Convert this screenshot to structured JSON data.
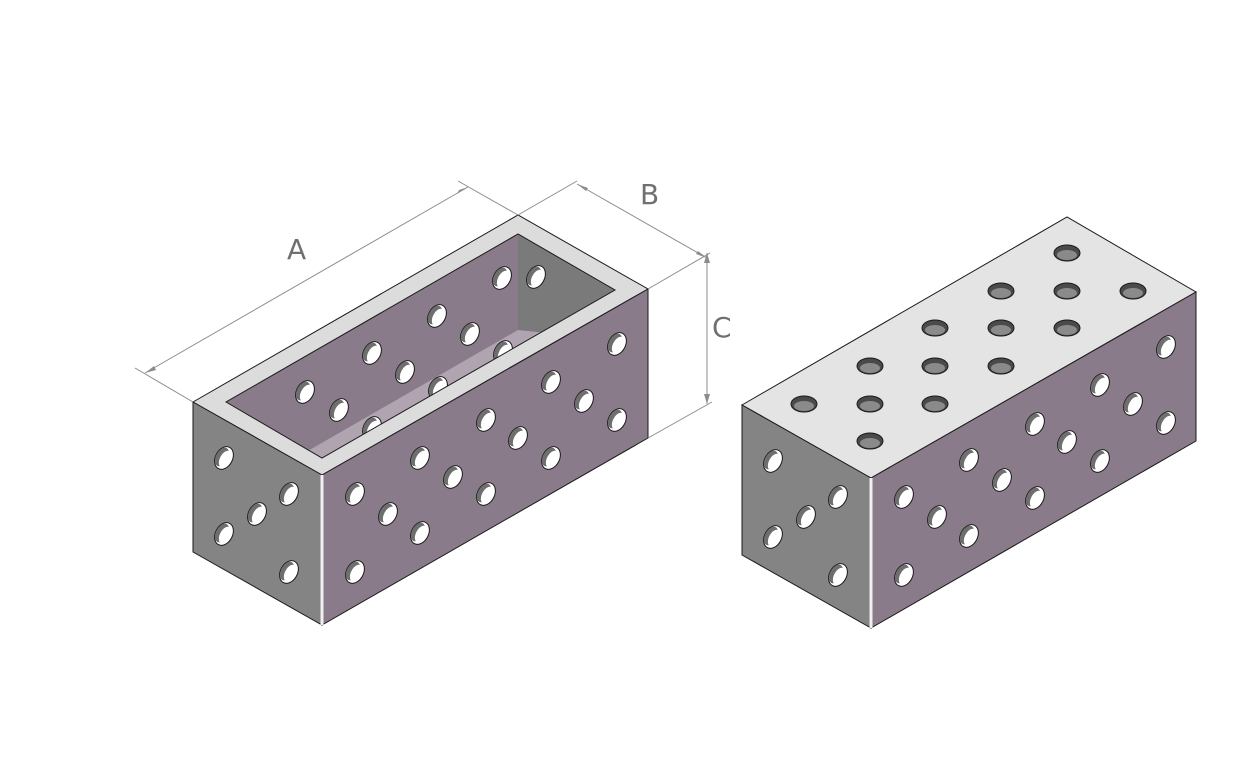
{
  "dimension_labels": {
    "length": "A",
    "width": "B",
    "height": "C"
  },
  "colors": {
    "background": "#ffffff",
    "side_face": "#8a7b8a",
    "end_face": "#848484",
    "top_face": "#e4e4e4",
    "rim": "#dcdcdc",
    "interior_back": "#8a7b8a",
    "interior_end": "#7a7a7a",
    "edge": "#1a1a1a",
    "dimension_line": "#8c8c8c",
    "dimension_text": "#707070"
  },
  "objects": [
    {
      "name": "hollow-box",
      "style": "open-top with bolt holes"
    },
    {
      "name": "solid-block",
      "style": "closed top with bolt holes"
    }
  ]
}
